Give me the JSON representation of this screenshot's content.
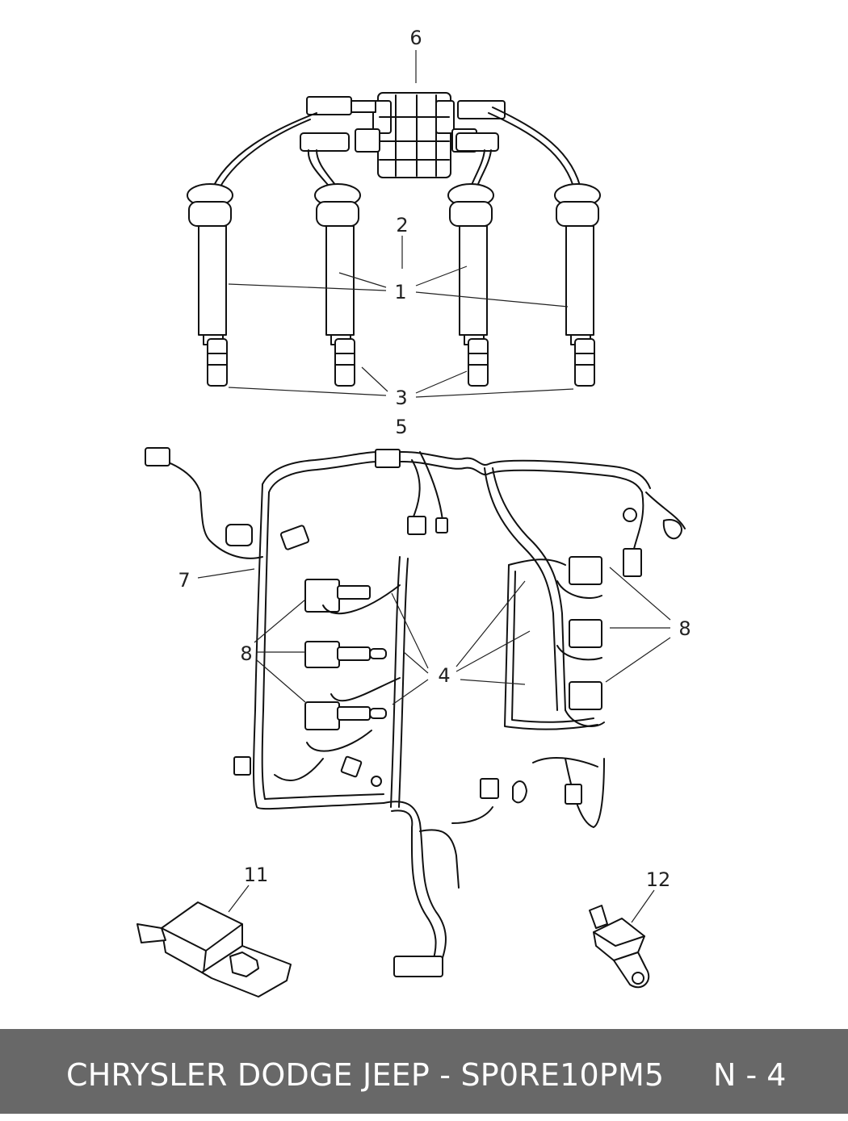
{
  "diagram": {
    "callouts": {
      "c1": "1",
      "c2": "2",
      "c3": "3",
      "c4": "4",
      "c5": "5",
      "c6": "6",
      "c7": "7",
      "c8_left": "8",
      "c8_right": "8",
      "c11": "11",
      "c12": "12"
    }
  },
  "footer": {
    "title": "CHRYSLER DODGE JEEP - SP0RE10PM5",
    "page": "N - 4"
  }
}
